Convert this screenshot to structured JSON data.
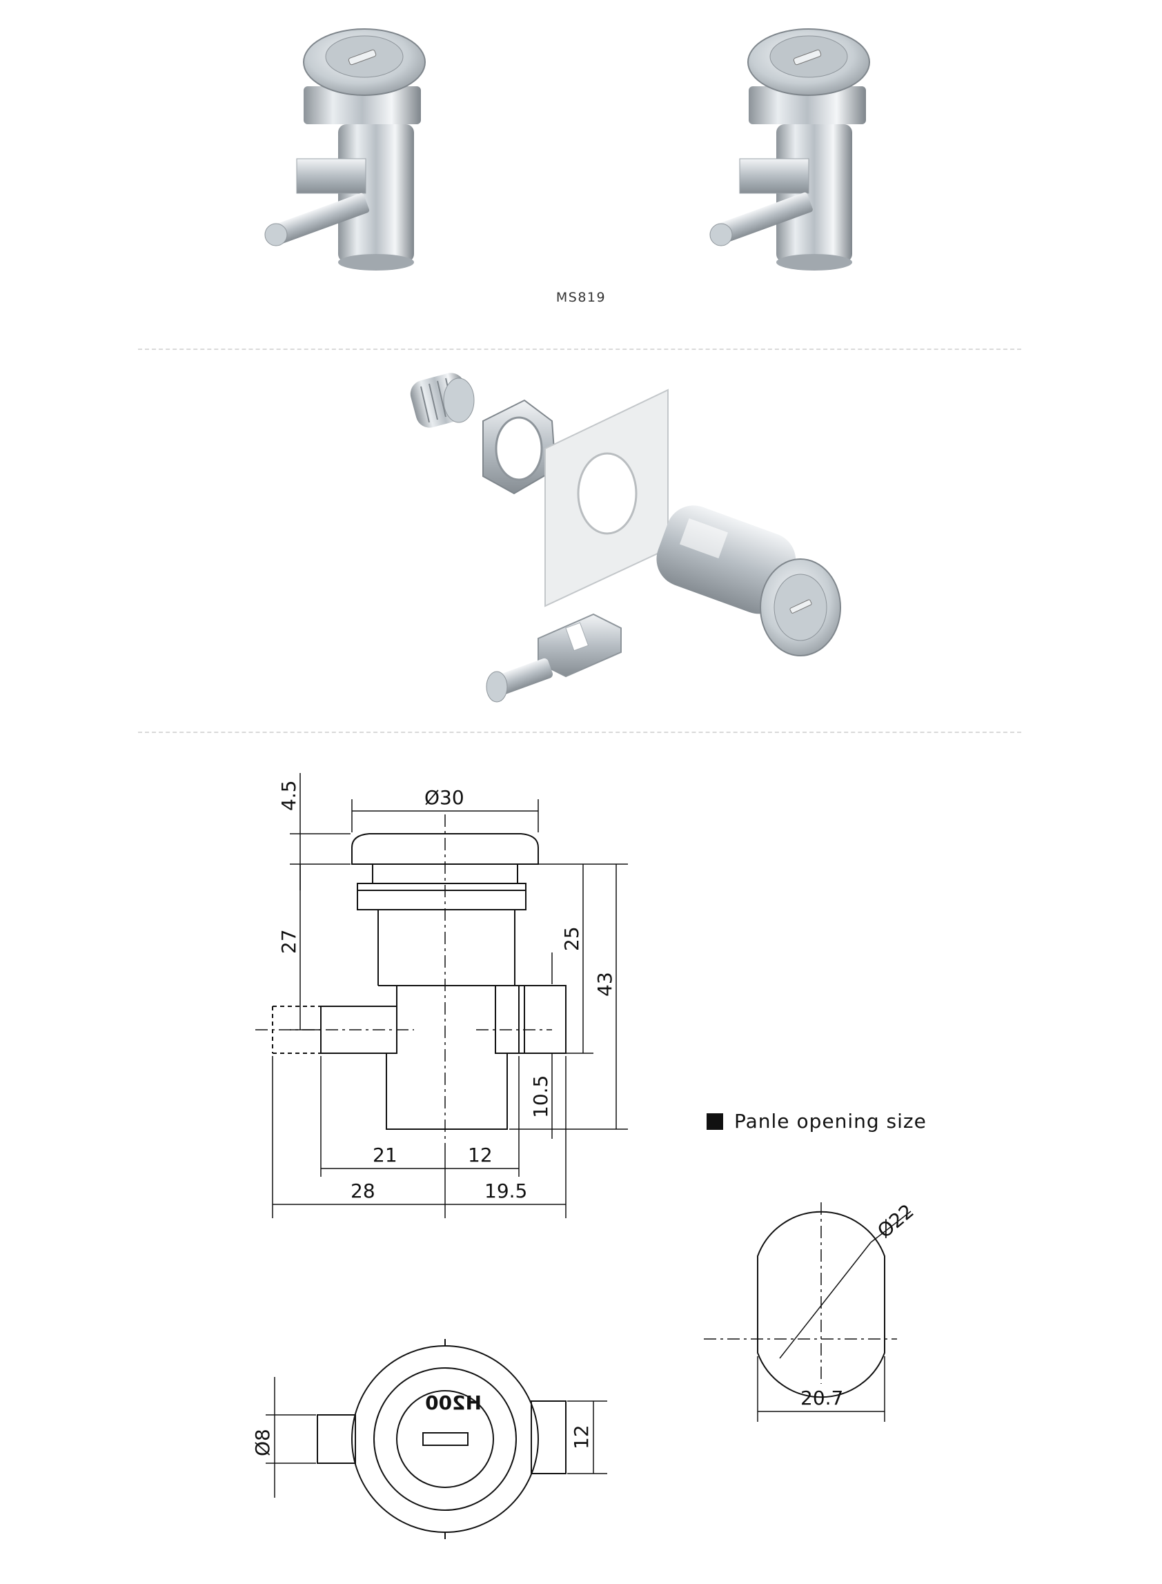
{
  "caption": "MS819",
  "legend": {
    "label": "Panle opening size"
  },
  "front_view_dims": {
    "d_head": "Ø30",
    "h_head": "4.5",
    "h_body": "27",
    "h_thread": "25",
    "h_total": "43",
    "h_pin": "10.5",
    "w_left": "21",
    "w_right": "12",
    "w_left_total": "28",
    "w_right_total": "19.5"
  },
  "top_view_dims": {
    "d_pin": "Ø8",
    "w_block": "12",
    "key_code": "H200"
  },
  "panel_opening_dims": {
    "diameter": "Ø22",
    "flat_width": "20.7"
  },
  "icons": [
    "lock-product-photo",
    "exploded-view-illustration",
    "technical-drawing"
  ]
}
